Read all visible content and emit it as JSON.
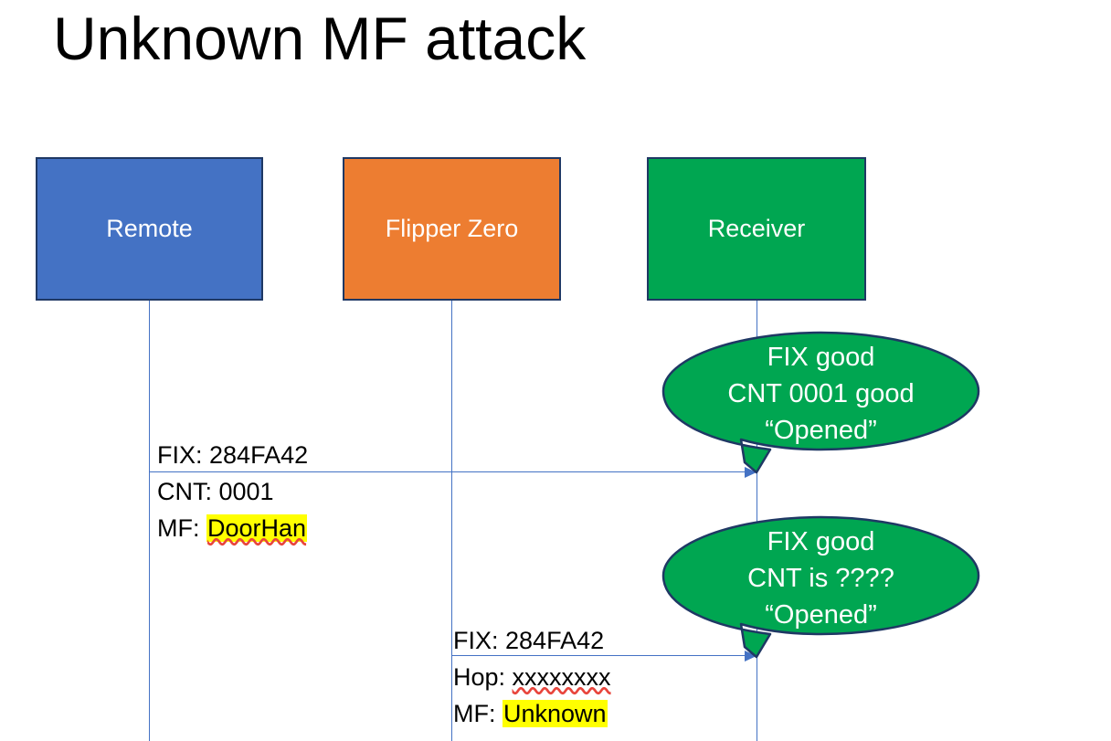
{
  "slide": {
    "title": "Unknown MF attack",
    "background": "#ffffff"
  },
  "colors": {
    "remote_fill": "#4472C4",
    "flipper_fill": "#ED7D31",
    "receiver_fill": "#00A651",
    "box_border": "#1F3864",
    "lifeline": "#4472C4",
    "arrow": "#4472C4",
    "highlight": "#FFFF00",
    "spellcheck_underline": "#E8453C",
    "callout_fill": "#00A651",
    "callout_border": "#1F3864",
    "callout_text": "#ffffff",
    "body_text": "#000000"
  },
  "actors": [
    {
      "id": "remote",
      "label": "Remote"
    },
    {
      "id": "flipper",
      "label": "Flipper Zero"
    },
    {
      "id": "receiver",
      "label": "Receiver"
    }
  ],
  "messages": [
    {
      "id": "remote-to-receiver",
      "from": "remote",
      "to": "receiver",
      "lines": [
        {
          "prefix": "FIX: ",
          "value": "284FA42",
          "highlight": false,
          "spellcheck": false
        },
        {
          "prefix": "CNT: ",
          "value": "0001",
          "highlight": false,
          "spellcheck": false
        },
        {
          "prefix": "MF: ",
          "value": "DoorHan",
          "highlight": true,
          "spellcheck": true
        }
      ]
    },
    {
      "id": "flipper-to-receiver",
      "from": "flipper",
      "to": "receiver",
      "lines": [
        {
          "prefix": "FIX: ",
          "value": "284FA42",
          "highlight": false,
          "spellcheck": false
        },
        {
          "prefix": "Hop: ",
          "value": "xxxxxxxx",
          "highlight": false,
          "spellcheck": true
        },
        {
          "prefix": "MF: ",
          "value": "Unknown",
          "highlight": true,
          "spellcheck": false
        }
      ]
    }
  ],
  "callouts": [
    {
      "id": "callout-first",
      "lines": [
        "FIX good",
        "CNT 0001 good",
        "“Opened”"
      ]
    },
    {
      "id": "callout-second",
      "lines": [
        "FIX good",
        "CNT is ????",
        "“Opened”"
      ]
    }
  ]
}
